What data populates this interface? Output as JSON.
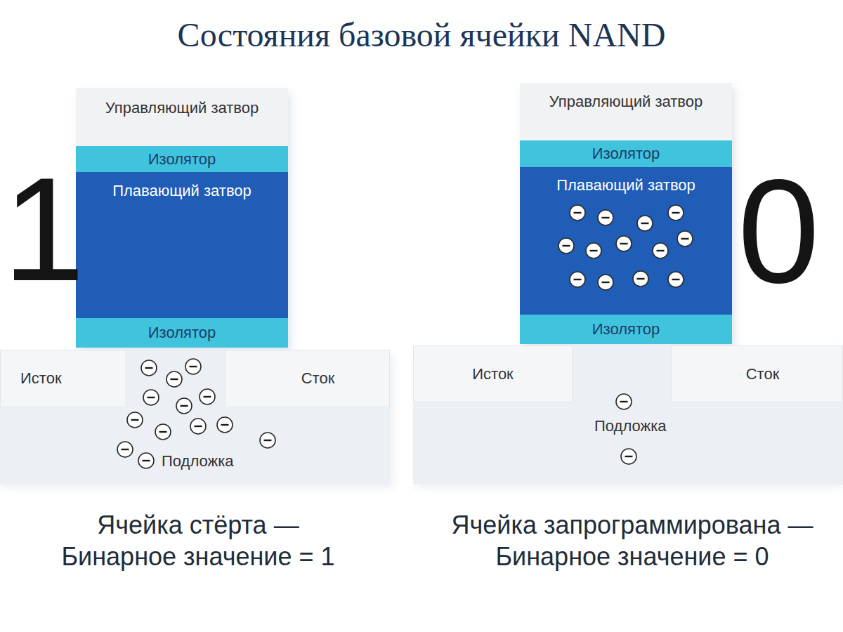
{
  "diagram": {
    "title": "Состояния базовой ячейки NAND",
    "nodes": [
      {
        "text": [
          "Управляющий затвор"
        ]
      },
      {
        "text": [
          "Изолятор"
        ]
      },
      {
        "text": [
          "Плавающий затвор"
        ]
      },
      {
        "text": [
          "Изолятор"
        ]
      },
      {
        "text": [
          "Подложка"
        ]
      },
      {
        "text": [
          "Исток"
        ],
        "in": 4
      },
      {
        "text": [
          "Сток"
        ],
        "in": 4
      },
      {
        "text": [
          "Управляющий затвор"
        ]
      },
      {
        "text": [
          "Изолятор"
        ]
      },
      {
        "text": [
          "Плавающий затвор"
        ]
      },
      {
        "text": [
          "Изолятор"
        ]
      },
      {
        "text": [
          "Подложка"
        ]
      },
      {
        "text": [
          "Исток"
        ],
        "in": 11
      },
      {
        "text": [
          "Сток"
        ],
        "in": 11
      }
    ],
    "labels": [
      "1",
      "0",
      "Ячейка стёрта — Бинарное значение = 1",
      "Ячейка запрограммирована — Бинарное значение = 0"
    ]
  }
}
